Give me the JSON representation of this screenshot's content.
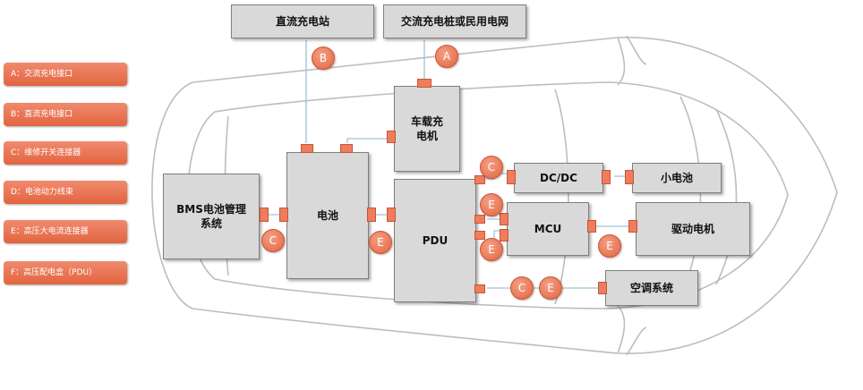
{
  "legend": [
    {
      "label": "A：交流充电接口"
    },
    {
      "label": "B：直流充电接口"
    },
    {
      "label": "C：维修开关连接器"
    },
    {
      "label": "D：电池动力线束"
    },
    {
      "label": "E：高压大电流连接器"
    },
    {
      "label": "F：高压配电盒（PDU）"
    }
  ],
  "boxes": {
    "dc_station": "直流充电站",
    "ac_pile": "交流充电桩或民用电网",
    "obc": "车载充\n电机",
    "bms": "BMS电池管理\n系统",
    "battery": "电池",
    "pdu": "PDU",
    "dcdc": "DC/DC",
    "small_battery": "小电池",
    "mcu": "MCU",
    "motor": "驱动电机",
    "ac_system": "空调系统"
  },
  "markers": {
    "A": "A",
    "B": "B",
    "C": "C",
    "E": "E"
  },
  "colors": {
    "accent": "#e2643f",
    "box_fill": "#d9d9d9",
    "outline": "#bdbdbd"
  }
}
